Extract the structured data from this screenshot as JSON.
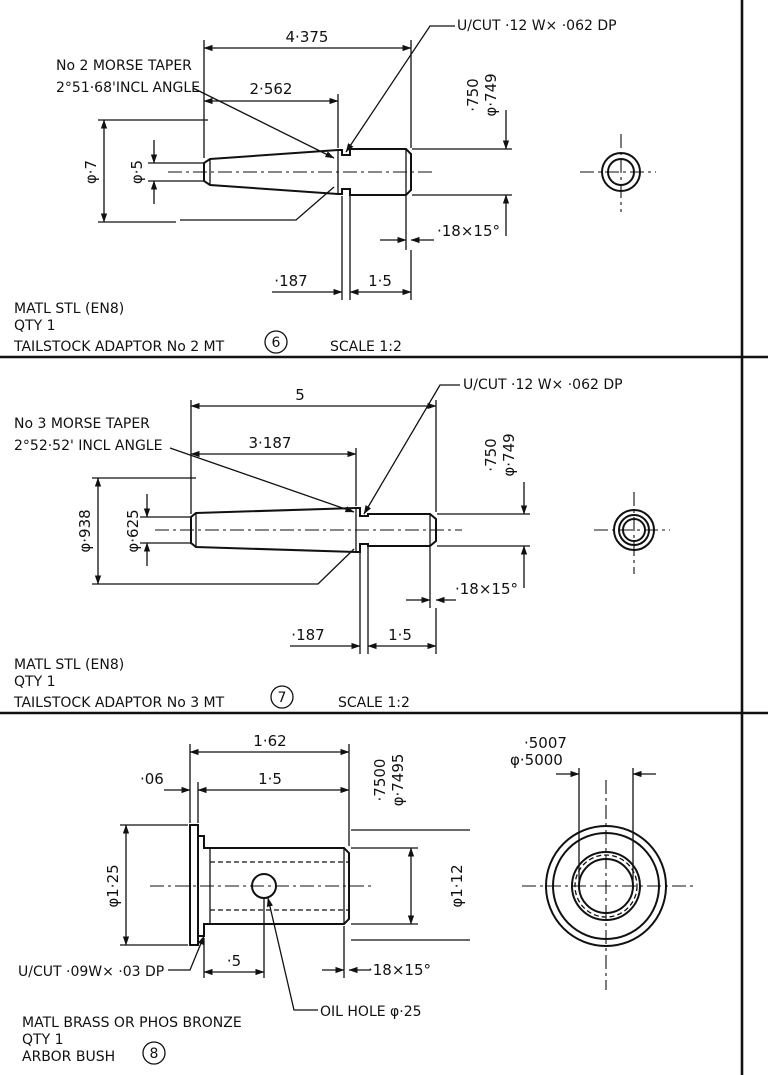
{
  "colors": {
    "ink": "#111111",
    "paper": "#ffffff"
  },
  "parts": [
    {
      "taper_note_1": "No 2 MORSE TAPER",
      "taper_note_2": "2°51·68'INCL ANGLE",
      "undercut": "U/CUT ·12 W× ·062 DP",
      "overall_length": "4·375",
      "taper_length": "2·562",
      "body_dia": "φ·7",
      "small_dia": "φ·5",
      "spigot_dia_hi": "·750",
      "spigot_dia_lo": "φ·749",
      "chamfer": "·18×15°",
      "collar_length": "·187",
      "spigot_length": "1·5",
      "matl": "MATL STL (EN8)",
      "qty": "QTY 1",
      "name": "TAILSTOCK ADAPTOR No 2 MT",
      "item_no": "6",
      "scale": "SCALE 1:2"
    },
    {
      "taper_note_1": "No 3 MORSE TAPER",
      "taper_note_2": "2°52·52' INCL ANGLE",
      "undercut": "U/CUT ·12 W× ·062 DP",
      "overall_length": "5",
      "taper_length": "3·187",
      "body_dia": "φ·938",
      "small_dia": "φ·625",
      "spigot_dia_hi": "·750",
      "spigot_dia_lo": "φ·749",
      "chamfer": "·18×15°",
      "collar_length": "·187",
      "spigot_length": "1·5",
      "matl": "MATL STL (EN8)",
      "qty": "QTY 1",
      "name": "TAILSTOCK ADAPTOR No 3 MT",
      "item_no": "7",
      "scale": "SCALE 1:2"
    },
    {
      "overall_length": "1·62",
      "flange_thickness": "·06",
      "body_length": "1·5",
      "bore_dia_hi": "·7500",
      "bore_dia_lo": "φ·7495",
      "end_bore_hi": "·5007",
      "end_bore_lo": "φ·5000",
      "flange_dia": "φ1·25",
      "body_dia": "φ1·12",
      "undercut": "U/CUT ·09W× ·03 DP",
      "hole_pos": "·5",
      "chamfer": "·18×15°",
      "oil_hole": "OIL HOLE φ·25",
      "matl": "MATL BRASS OR PHOS BRONZE",
      "qty": "QTY 1",
      "name": "ARBOR BUSH",
      "item_no": "8"
    }
  ]
}
